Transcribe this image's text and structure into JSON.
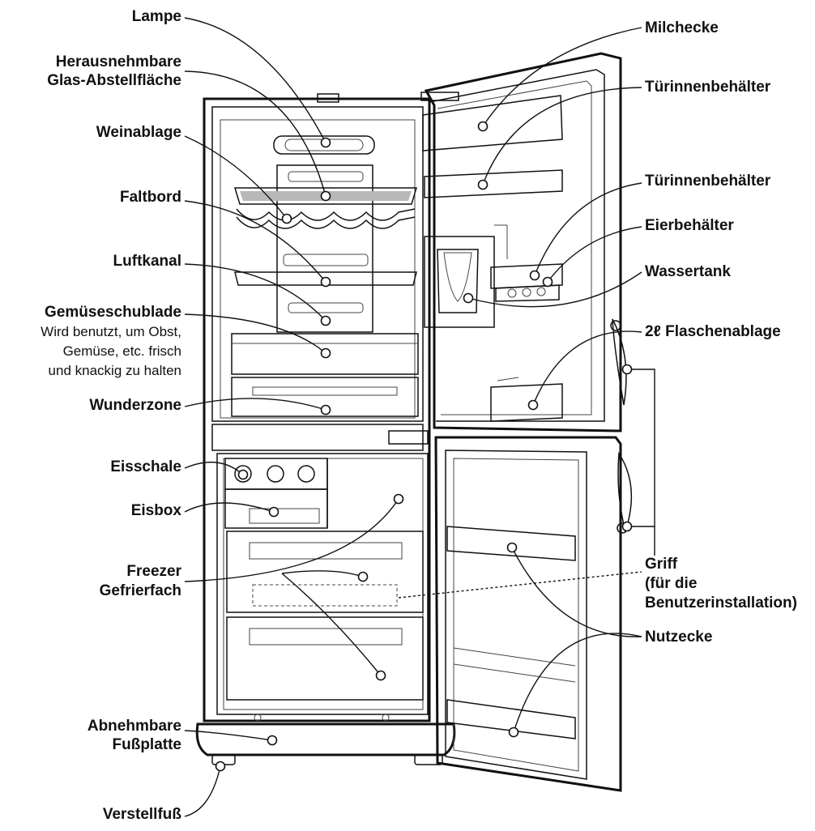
{
  "labels_left": {
    "lampe": "Lampe",
    "glas_1": "Herausnehmbare",
    "glas_2": "Glas-Abstellfläche",
    "weinablage": "Weinablage",
    "faltbord": "Faltbord",
    "luftkanal": "Luftkanal",
    "gemuese": "Gemüseschublade",
    "gemuese_desc_1": "Wird benutzt, um Obst,",
    "gemuese_desc_2": "Gemüse, etc. frisch",
    "gemuese_desc_3": "und knackig zu halten",
    "wunderzone": "Wunderzone",
    "eisschale": "Eisschale",
    "eisbox": "Eisbox",
    "freezer_1": "Freezer",
    "freezer_2": "Gefrierfach",
    "fussplatte_1": "Abnehmbare",
    "fussplatte_2": "Fußplatte",
    "verstellfuss": "Verstellfuß"
  },
  "labels_right": {
    "milchecke": "Milchecke",
    "tuerinnen_1": "Türinnenbehälter",
    "tuerinnen_2": "Türinnenbehälter",
    "eierbehaelter": "Eierbehälter",
    "wassertank": "Wassertank",
    "flaschenablage": "2ℓ Flaschenablage",
    "griff_1": "Griff",
    "griff_2": "(für die",
    "griff_3": "Benutzerinstallation)",
    "nutzecke": "Nutzecke"
  }
}
